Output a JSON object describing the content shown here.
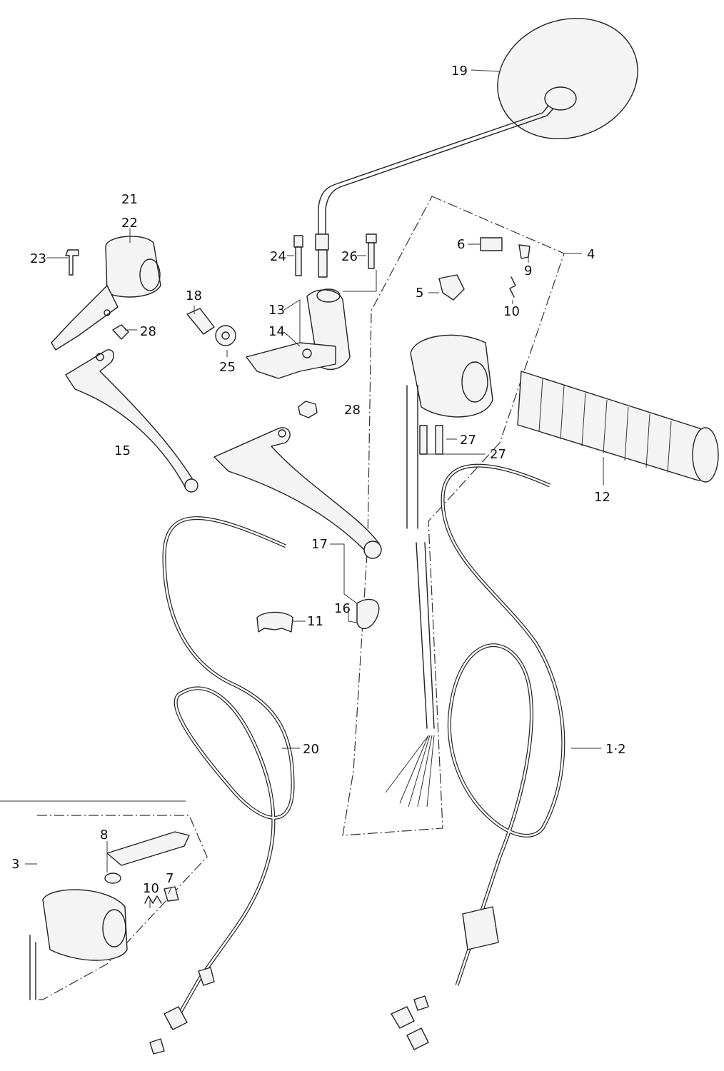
{
  "callouts": {
    "c19": "19",
    "c21": "21",
    "c22": "22",
    "c23": "23",
    "c28a": "28",
    "c28b": "28",
    "c18": "18",
    "c25": "25",
    "c13": "13",
    "c14": "14",
    "c24": "24",
    "c26": "26",
    "c6": "6",
    "c9": "9",
    "c4": "4",
    "c5": "5",
    "c10a": "10",
    "c27a": "27",
    "c27b": "27",
    "c12": "12",
    "c15": "15",
    "c17": "17",
    "c16": "16",
    "c11": "11",
    "c20": "20",
    "c12b": "1·2",
    "c3": "3",
    "c8": "8",
    "c7": "7",
    "c10b": "10"
  }
}
